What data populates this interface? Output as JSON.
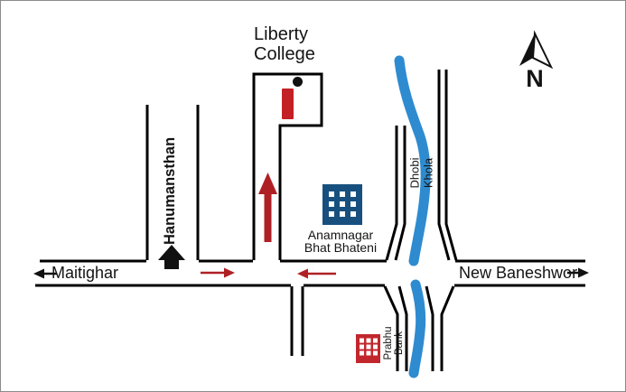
{
  "title": "Liberty College location map",
  "labels": {
    "liberty_college": "Liberty\nCollege",
    "maitighar": "Maitighar",
    "new_baneshwor": "New Baneshwor",
    "hanumansthan": "Hanumansthan",
    "anamnagar": "Anamnagar\nBhat Bhateni",
    "dhobi_khola": "Dhobi Khola",
    "prabhu_bank": "Prabhu Bank",
    "compass_north": "N"
  },
  "icons": {
    "north_arrow": "compass-north-arrow",
    "temple": "hanumansthan-temple",
    "info_marker": "liberty-college-i-marker",
    "building_blue": "bhat-bhateni-building",
    "building_red": "prabhu-bank-building"
  },
  "colors": {
    "river": "#2E8BD0",
    "building_blue": "#17507E",
    "building_red": "#C1272D",
    "arrow_red": "#AF2025",
    "marker_red": "#C32026",
    "road": "#000000"
  }
}
